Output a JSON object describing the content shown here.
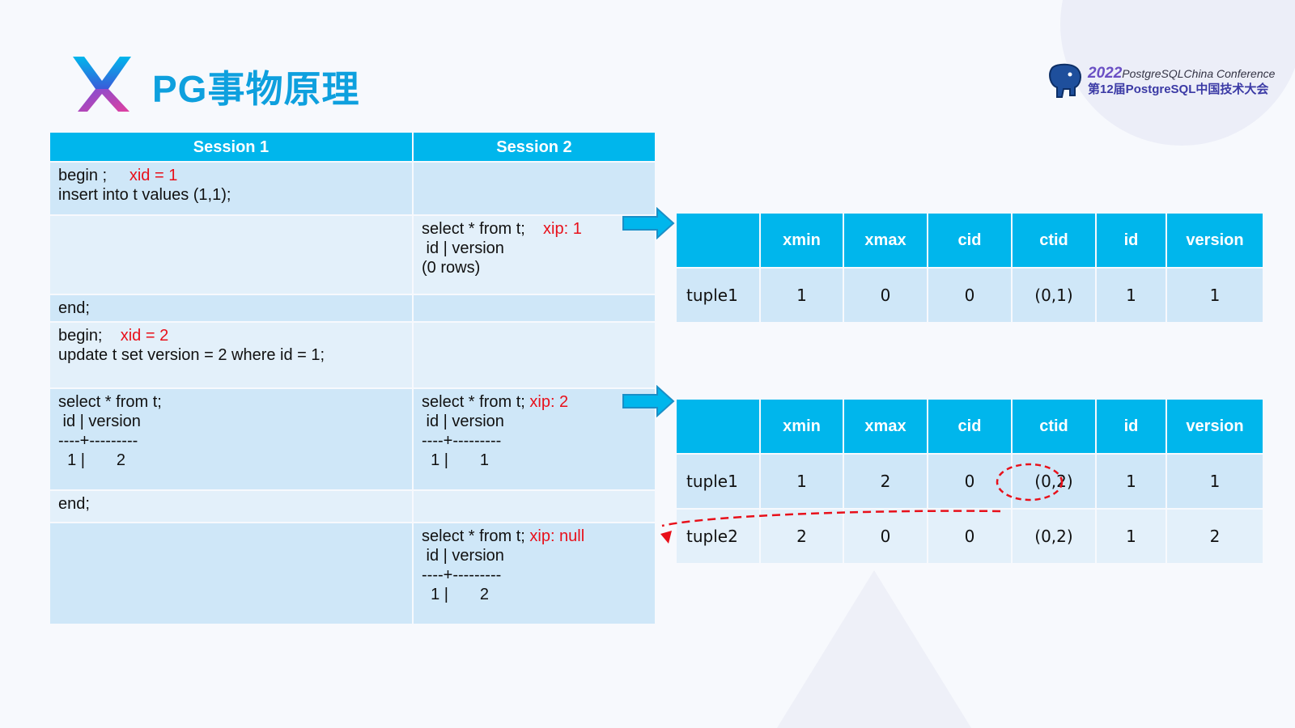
{
  "header": {
    "title": "PG事物原理",
    "conference": {
      "year": "2022",
      "line1": "PostgreSQLChina Conference",
      "line2": "第12届PostgreSQL中国技术大会"
    }
  },
  "colors": {
    "header_blue": "#00b6ec",
    "cell_dark": "#cfe7f8",
    "cell_light": "#e3f0fa",
    "highlight_red": "#e8101a",
    "title_blue": "#0ea0de"
  },
  "sessions": {
    "headers": [
      "Session 1",
      "Session 2"
    ],
    "rows": [
      {
        "s1": {
          "lines": [
            {
              "text": "begin ;     ",
              "red": "xid = 1"
            },
            {
              "text": "insert into t values (1,1);"
            }
          ]
        },
        "s2": {
          "lines": []
        }
      },
      {
        "s1": {
          "lines": []
        },
        "s2": {
          "lines": [
            {
              "text": "select * from t;    ",
              "red": "xip: 1"
            },
            {
              "text": " id | version"
            },
            {
              "text": "(0 rows)"
            }
          ]
        }
      },
      {
        "s1": {
          "lines": [
            {
              "text": "end;"
            }
          ]
        },
        "s2": {
          "lines": []
        }
      },
      {
        "s1": {
          "lines": [
            {
              "text": "begin;    ",
              "red": "xid = 2"
            },
            {
              "text": "update t set version = 2 where id = 1;"
            }
          ]
        },
        "s2": {
          "lines": []
        }
      },
      {
        "s1": {
          "lines": [
            {
              "text": "select * from t;"
            },
            {
              "text": " id | version"
            },
            {
              "text": "----+---------"
            },
            {
              "text": "  1 |       2"
            }
          ]
        },
        "s2": {
          "lines": [
            {
              "text": "select * from t; ",
              "red": "xip: 2"
            },
            {
              "text": " id | version"
            },
            {
              "text": "----+---------"
            },
            {
              "text": "  1 |       1"
            }
          ]
        }
      },
      {
        "s1": {
          "lines": [
            {
              "text": "end;"
            }
          ]
        },
        "s2": {
          "lines": []
        }
      },
      {
        "s1": {
          "lines": []
        },
        "s2": {
          "lines": [
            {
              "text": "select * from t; ",
              "red": "xip: null"
            },
            {
              "text": " id | version"
            },
            {
              "text": "----+---------"
            },
            {
              "text": "  1 |       2"
            }
          ]
        }
      }
    ]
  },
  "tuple_tables": [
    {
      "columns": [
        "",
        "xmin",
        "xmax",
        "cid",
        "ctid",
        "id",
        "version"
      ],
      "rows": [
        [
          "tuple1",
          "1",
          "0",
          "0",
          "(0,1)",
          "1",
          "1"
        ]
      ]
    },
    {
      "columns": [
        "",
        "xmin",
        "xmax",
        "cid",
        "ctid",
        "id",
        "version"
      ],
      "rows": [
        [
          "tuple1",
          "1",
          "2",
          "0",
          "(0,2)",
          "1",
          "1"
        ],
        [
          "tuple2",
          "2",
          "0",
          "0",
          "(0,2)",
          "1",
          "2"
        ]
      ]
    }
  ],
  "icons": [
    "brand-logo-icon",
    "elephant-icon",
    "right-arrow-icon",
    "dashed-circle-highlight",
    "dashed-arrow-icon"
  ]
}
